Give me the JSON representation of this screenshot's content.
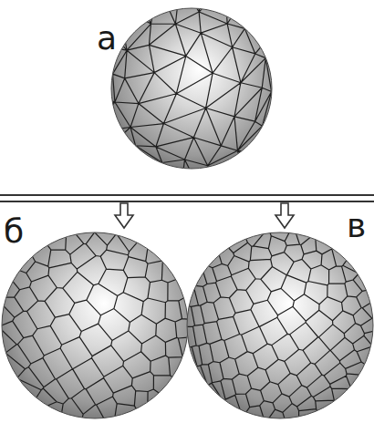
{
  "diagram": {
    "labels": [
      "а",
      "б",
      "в"
    ]
  }
}
